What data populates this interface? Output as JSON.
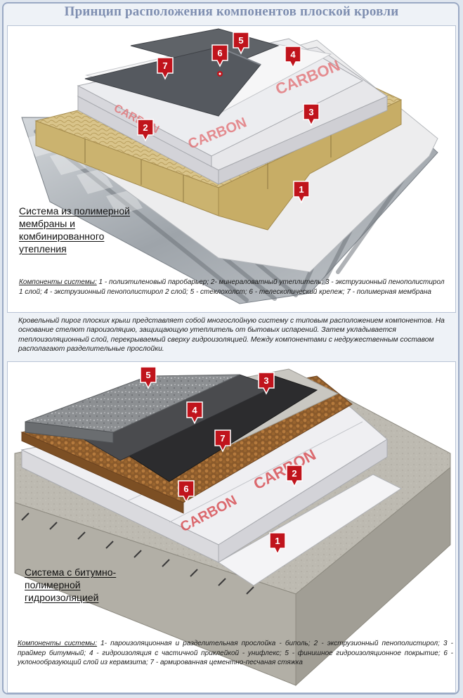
{
  "title": "Принцип расположения компонентов плоской кровли",
  "panel1": {
    "system_title": "Система из полимерной мембраны и комбинированного утепления",
    "components_label": "Компоненты системы:",
    "components_text": " 1 - полиэтиленовый паробарьер; 2- минераловатный утеплитель; 3 - экструзионный пенополистирол 1 слой; 4 - экструзионный пенополистирол 2 слой; 5 - стеклохолст; 6 - телескопический крепеж; 7 - полимерная мембрана",
    "markers": [
      "1",
      "2",
      "3",
      "4",
      "5",
      "6",
      "7"
    ],
    "board_text": "CARBON"
  },
  "middle_text": "Кровельный пирог плоских крыш представляет собой многослойную систему с типовым расположением компонентов. На основание стелют пароизоляцию, защищающую утеплитель от бытовых испарений. Затем укладывается теплоизоляционный слой, перекрываемый сверху гидроизоляцией. Между компонентами с недружественным составом располагают разделительные прослойки.",
  "panel2": {
    "system_title": "Система с битумно-полимерной гидроизоляцией",
    "components_label": "Компоненты системы:",
    "components_text": " 1- пароизоляционная и разделительная прослойка - биполь; 2 - экструзионный пенополистирол; 3 - праймер битумный; 4 - гидроизоляция с частичной приклейкой - унифлекс; 5 - финишное гидроизоляционное покрытие; 6 - уклонообразующий слой из керамзита; 7 - армированная цементно-песчаная стяжка",
    "markers": [
      "1",
      "2",
      "3",
      "4",
      "5",
      "6",
      "7"
    ],
    "board_text": "CARBON"
  },
  "colors": {
    "marker": "#c0141c",
    "title": "#7f8fb1",
    "membrane": "#55595f",
    "mineral_wool": "#d9c48a",
    "xps_board": "#e7e7ea",
    "concrete": "#bdbab1",
    "keramzit": "#8a5a2b"
  }
}
